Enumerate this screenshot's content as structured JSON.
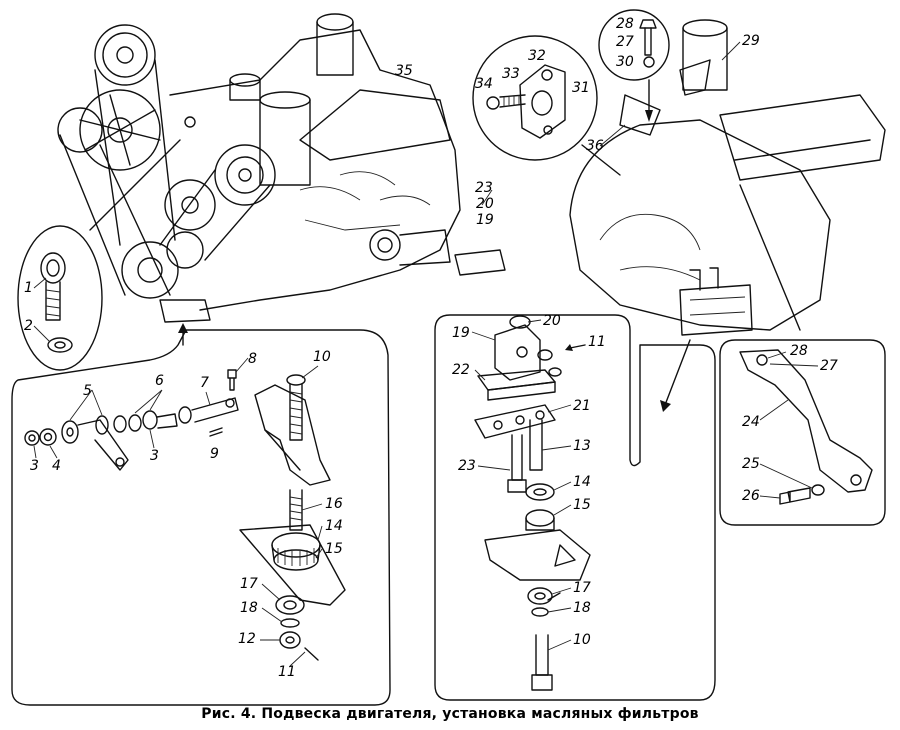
{
  "caption": "Рис. 4. Подвеска двигателя, установка масляных фильтров",
  "labels": {
    "l1": "1",
    "l2": "2",
    "l3a": "3",
    "l3b": "3",
    "l4": "4",
    "l5": "5",
    "l6": "6",
    "l7": "7",
    "l8": "8",
    "l9": "9",
    "l10a": "10",
    "l10b": "10",
    "l11a": "11",
    "l11b": "11",
    "l12": "12",
    "l13": "13",
    "l14a": "14",
    "l14b": "14",
    "l15a": "15",
    "l15b": "15",
    "l16": "16",
    "l17a": "17",
    "l17b": "17",
    "l18a": "18",
    "l18b": "18",
    "l19a": "19",
    "l19b": "19",
    "l20a": "20",
    "l20b": "20",
    "l21": "21",
    "l22": "22",
    "l23a": "23",
    "l23b": "23",
    "l24": "24",
    "l25": "25",
    "l26": "26",
    "l27a": "27",
    "l27b": "27",
    "l28a": "28",
    "l28b": "28",
    "l29": "29",
    "l30": "30",
    "l31": "31",
    "l32": "32",
    "l33": "33",
    "l34": "34",
    "l35": "35",
    "l36": "36"
  }
}
